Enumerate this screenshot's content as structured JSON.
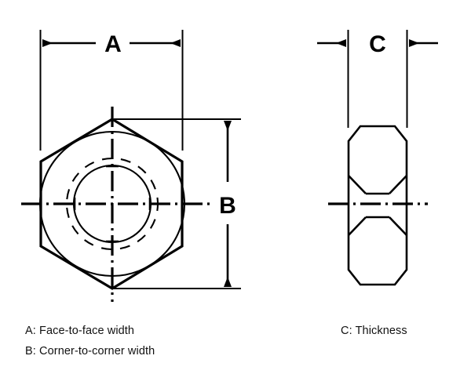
{
  "drawing": {
    "title": "Hex nut dimension diagram",
    "stroke_color": "#000000",
    "background_color": "#ffffff",
    "views": [
      {
        "name": "front-view",
        "description": "Hexagonal nut seen along the thread axis",
        "shape": "hexagon",
        "features": [
          "hexagon-outline",
          "chamfer-circle",
          "thread-major-circle",
          "thread-root-dashed-arcs",
          "horizontal-centerline",
          "vertical-centerline"
        ]
      },
      {
        "name": "side-view",
        "description": "Hexagonal nut seen from the side showing thickness",
        "shape": "chamfered-rectangle",
        "features": [
          "side-outline",
          "chamfer-lines",
          "horizontal-centerline"
        ]
      }
    ]
  },
  "dimensions": {
    "a": {
      "letter": "A",
      "orientation": "horizontal",
      "arrow_style": "inward-pair-pointing-out",
      "view": "front-view"
    },
    "b": {
      "letter": "B",
      "orientation": "vertical",
      "arrow_style": "inward-pair-pointing-out",
      "view": "front-view"
    },
    "c": {
      "letter": "C",
      "orientation": "horizontal",
      "arrow_style": "outward-pair-pointing-in",
      "view": "side-view"
    }
  },
  "legend": {
    "items": [
      {
        "key": "A",
        "text": "A: Face-to-face width"
      },
      {
        "key": "B",
        "text": "B: Corner-to-corner width"
      },
      {
        "key": "C",
        "text": "C: Thickness"
      }
    ],
    "a_label": "A: Face-to-face width",
    "b_label": "B: Corner-to-corner width",
    "c_label": "C: Thickness"
  }
}
